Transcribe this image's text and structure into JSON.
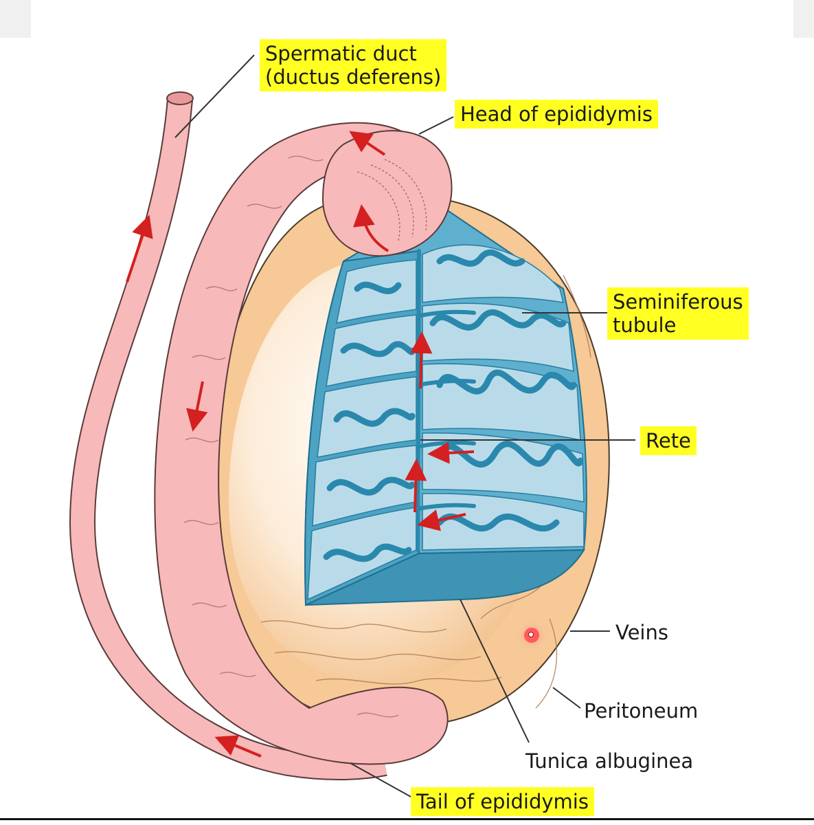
{
  "labels": {
    "spermatic_duct_line1": "Spermatic duct",
    "spermatic_duct_line2": "(ductus deferens)",
    "head_of_epididymis": "Head of epididymis",
    "seminiferous_line1": "Seminiferous",
    "seminiferous_line2": "tubule",
    "rete": "Rete",
    "veins": "Veins",
    "peritoneum": "Peritoneum",
    "tunica_albuginea": "Tunica albuginea",
    "tail_of_epididymis": "Tail of epididymis"
  },
  "colors": {
    "highlight": "#ffff22",
    "epididymis": "#f7b9b9",
    "testis_surface": "#f6c996",
    "tubule_blue": "#3f9ab9",
    "flow_arrow": "#d42020"
  }
}
